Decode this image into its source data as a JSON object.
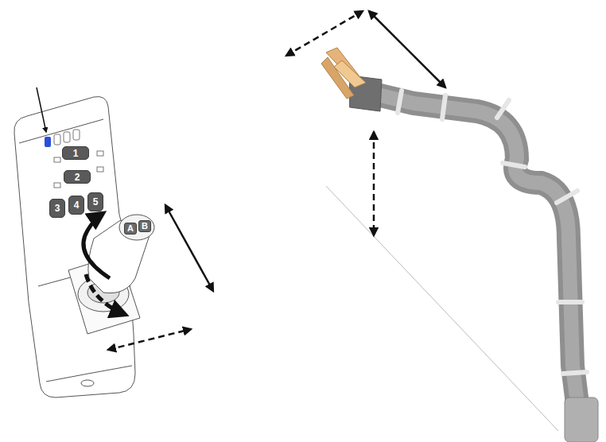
{
  "diagram": {
    "nodes": [
      {
        "text": [
          "1"
        ]
      },
      {
        "text": [
          "2"
        ]
      },
      {
        "text": [
          "3"
        ]
      },
      {
        "text": [
          "4"
        ]
      },
      {
        "text": [
          "5"
        ]
      },
      {
        "text": [
          "A"
        ]
      },
      {
        "text": [
          "B"
        ]
      }
    ]
  }
}
